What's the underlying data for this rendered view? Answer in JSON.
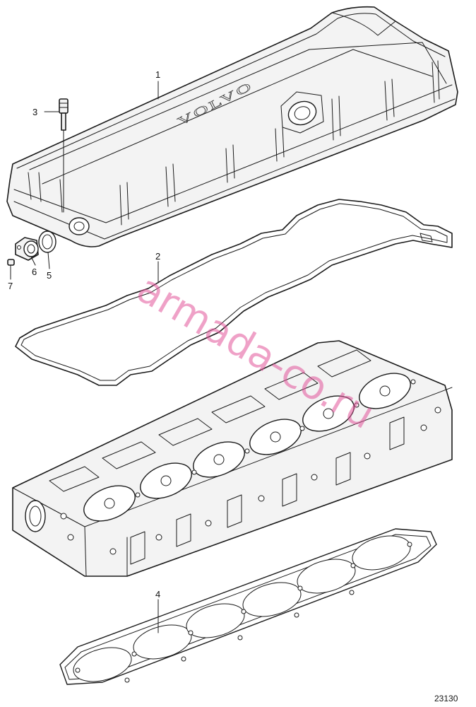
{
  "diagram": {
    "figure_number": "23130",
    "brand_embossing": "VOLVO",
    "watermark": "armada-co.ru",
    "callouts": [
      {
        "id": "1",
        "label": "1"
      },
      {
        "id": "2",
        "label": "2"
      },
      {
        "id": "3",
        "label": "3"
      },
      {
        "id": "4",
        "label": "4"
      },
      {
        "id": "5",
        "label": "5"
      },
      {
        "id": "6",
        "label": "6"
      },
      {
        "id": "7",
        "label": "7"
      }
    ]
  },
  "colors": {
    "line": "#1a1a1a",
    "watermark": "#e2559b",
    "background": "#ffffff"
  }
}
